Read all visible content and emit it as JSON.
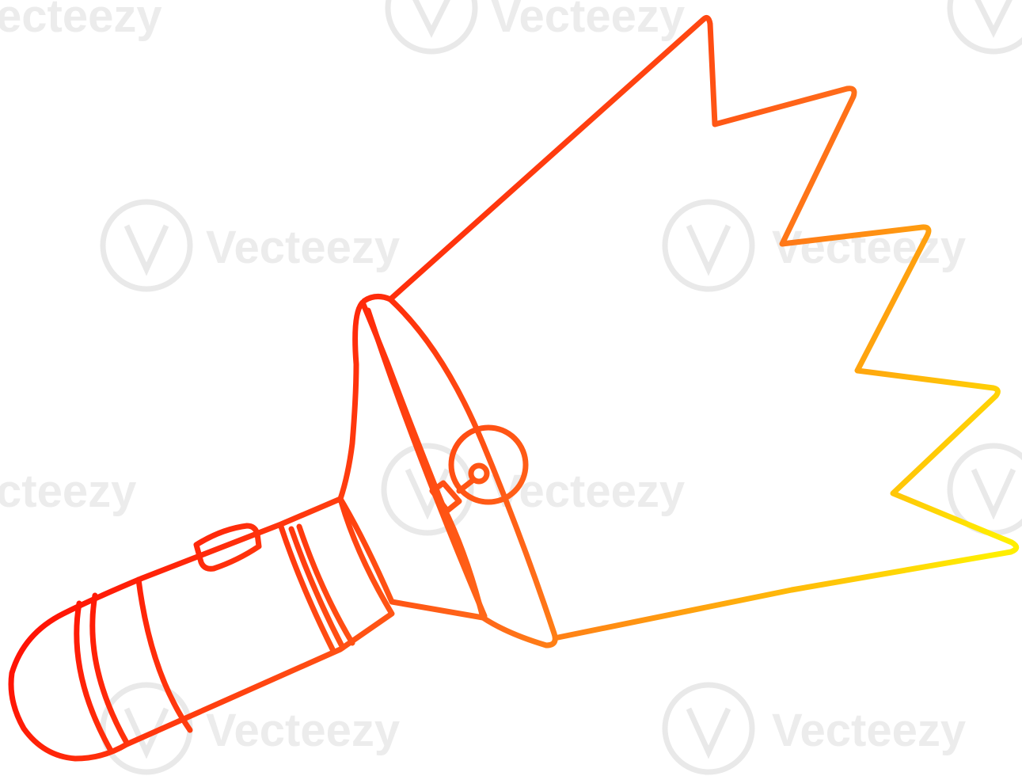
{
  "watermark": {
    "text": "Vecteezy",
    "partial_left": "ecteezy",
    "partial_right": "cteezy",
    "icon": "vecteezy-v-logo-icon"
  },
  "illustration": {
    "subject": "flashlight-with-light-beam",
    "colors": {
      "gradient_start": "#ff0000",
      "gradient_mid": "#ff6a1a",
      "gradient_end": "#ffee00",
      "background": "#ffffff"
    }
  }
}
